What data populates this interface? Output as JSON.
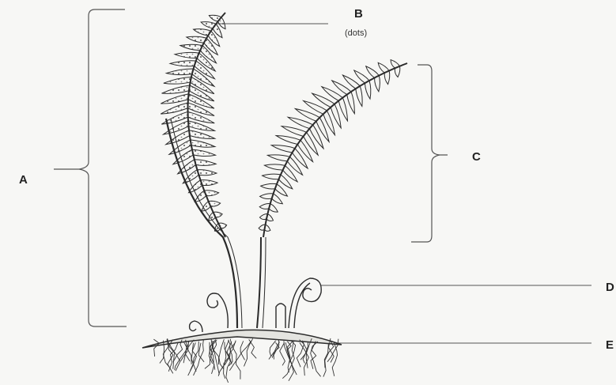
{
  "diagram": {
    "labels": {
      "a": "A",
      "b": "B",
      "b_note": "(dots)",
      "c": "C",
      "d": "D",
      "e": "E"
    },
    "colors": {
      "ink": "#2a2a2a",
      "leader": "#555555",
      "frond_fill": "#f4f4f1",
      "sorus_dot": "#6d6d6d",
      "background": "#f7f7f5"
    },
    "parts": [
      "fertile-frond",
      "sterile-frond",
      "fiddleheads",
      "rhizome",
      "roots"
    ]
  }
}
